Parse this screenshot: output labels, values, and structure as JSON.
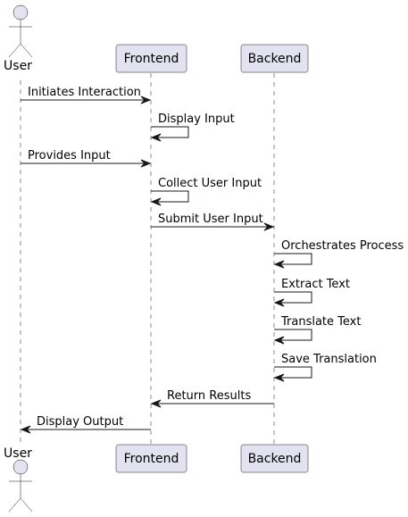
{
  "participants": {
    "user": {
      "label": "User",
      "kind": "actor"
    },
    "frontend": {
      "label": "Frontend",
      "kind": "participant"
    },
    "backend": {
      "label": "Backend",
      "kind": "participant"
    }
  },
  "messages": [
    {
      "from": "user",
      "to": "frontend",
      "label": "Initiates Interaction"
    },
    {
      "from": "frontend",
      "to": "frontend",
      "label": "Display Input"
    },
    {
      "from": "user",
      "to": "frontend",
      "label": "Provides Input"
    },
    {
      "from": "frontend",
      "to": "frontend",
      "label": "Collect User Input"
    },
    {
      "from": "frontend",
      "to": "backend",
      "label": "Submit User Input"
    },
    {
      "from": "backend",
      "to": "backend",
      "label": "Orchestrates Process"
    },
    {
      "from": "backend",
      "to": "backend",
      "label": "Extract Text"
    },
    {
      "from": "backend",
      "to": "backend",
      "label": "Translate Text"
    },
    {
      "from": "backend",
      "to": "backend",
      "label": "Save Translation"
    },
    {
      "from": "backend",
      "to": "frontend",
      "label": "Return Results"
    },
    {
      "from": "frontend",
      "to": "user",
      "label": "Display Output"
    }
  ],
  "colors": {
    "participant_fill": "#e2e2f0",
    "line": "#181818",
    "text": "#000000"
  }
}
